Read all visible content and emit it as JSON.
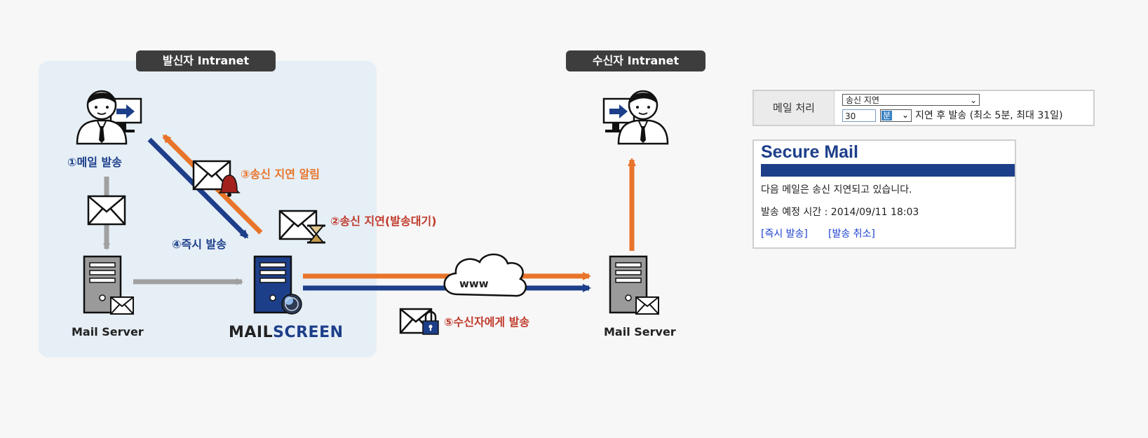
{
  "sender_zone": {
    "title": "발신자 Intranet"
  },
  "receiver_zone": {
    "title": "수신자 Intranet"
  },
  "labels": {
    "send_mail": "①메일 발송",
    "delay": "②송신 지연(발송대기)",
    "notify": "③송신 지연 알림",
    "instant": "④즉시 발송",
    "to_receiver": "⑤수신자에게 발송",
    "sender_server": "Mail Server",
    "receiver_server": "Mail Server",
    "brand_left": "MAIL",
    "brand_right": "SCREEN",
    "cloud": "www"
  },
  "settings": {
    "header": "메일 처리",
    "mode_select": "송신 지연",
    "delay_value": "30",
    "unit_select": "분",
    "after_text": "지연 후 발송 (최소 5분, 최대 31일)"
  },
  "secure_mail": {
    "title": "Secure Mail",
    "message": "다음 메일은 송신 지연되고 있습니다.",
    "schedule": "발송 예정 시간 : 2014/09/11 18:03",
    "instant_link": "[즉시 발송]",
    "cancel_link": "[발송 취소]"
  },
  "colors": {
    "orange": "#e8742a",
    "navy": "#1d3f8a",
    "gray_arrow": "#a0a0a0",
    "zone_bg": "#e6eff6",
    "red_text": "#c0392b"
  }
}
